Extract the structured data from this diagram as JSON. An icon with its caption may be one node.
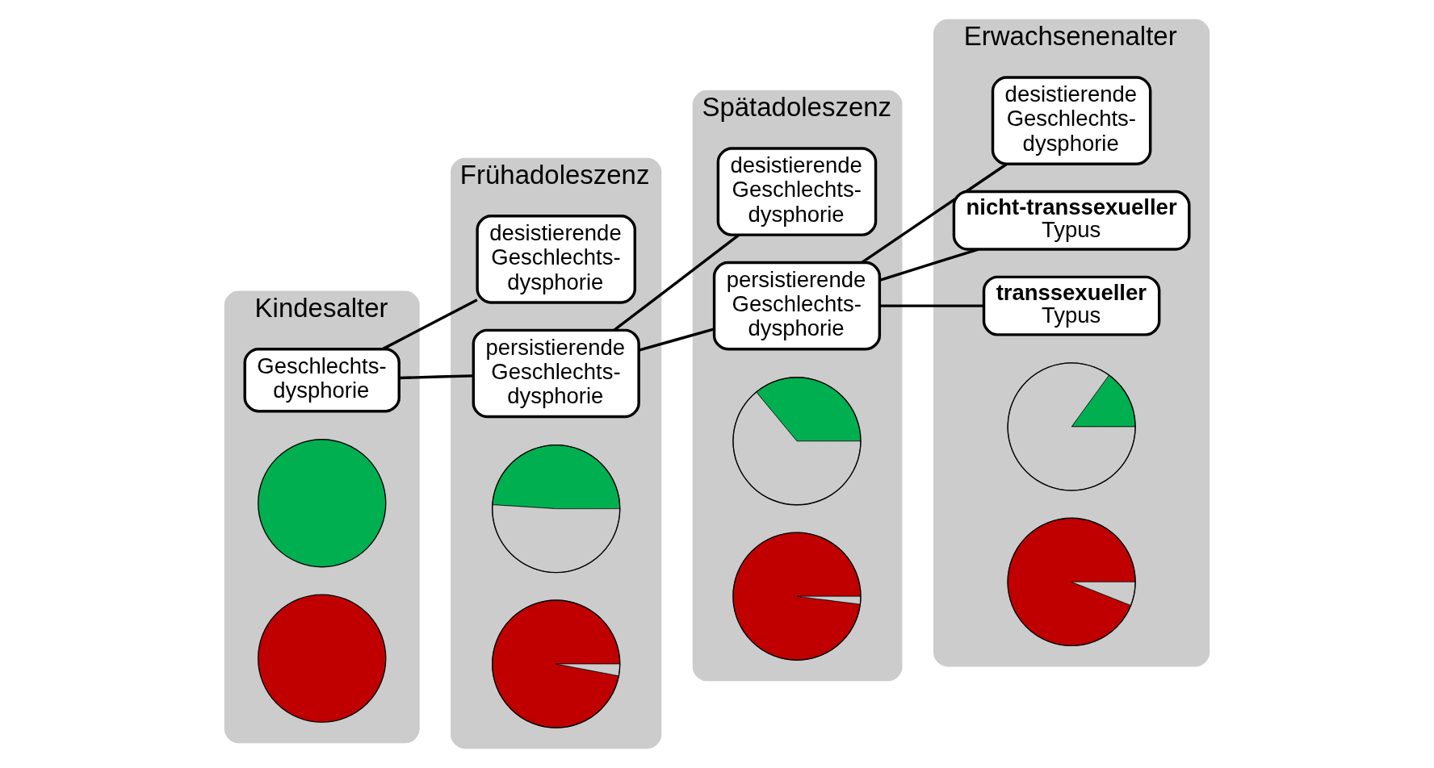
{
  "diagram": {
    "nodes": [
      {
        "text": [
          "Kindesalter"
        ]
      },
      {
        "text": [
          "Geschlechts- dysphorie"
        ],
        "in": 0
      },
      {
        "text": [],
        "shape": "circle",
        "in": 0
      },
      {
        "text": [],
        "shape": "circle",
        "in": 0
      },
      {
        "text": [
          "Frühadoleszenz"
        ]
      },
      {
        "text": [
          "desistierende Geschlechts- dysphorie"
        ],
        "in": 4
      },
      {
        "text": [
          "persistierende Geschlechts- dysphorie"
        ],
        "in": 4
      },
      {
        "text": [],
        "shape": "circle",
        "in": 4
      },
      {
        "text": [],
        "shape": "circle",
        "in": 4
      },
      {
        "text": [
          "Spätadoleszenz"
        ]
      },
      {
        "text": [
          "desistierende Geschlechts- dysphorie"
        ],
        "in": 9
      },
      {
        "text": [
          "persistierende Geschlechts- dysphorie"
        ],
        "in": 9
      },
      {
        "text": [],
        "shape": "circle",
        "in": 9
      },
      {
        "text": [],
        "shape": "circle",
        "in": 9
      },
      {
        "text": [
          "Erwachsenenalter"
        ]
      },
      {
        "text": [
          "desistierende Geschlechts- dysphorie"
        ],
        "in": 14
      },
      {
        "text": [
          "**nicht-transsexueller** Typus"
        ],
        "in": 14
      },
      {
        "text": [
          "**transsexueller** Typus"
        ],
        "in": 14
      },
      {
        "text": [],
        "shape": "circle",
        "in": 14
      },
      {
        "text": [],
        "shape": "circle",
        "in": 14
      }
    ],
    "edges": [
      {
        "from": 1,
        "to": 5,
        "arrow": "none"
      },
      {
        "from": 1,
        "to": 6,
        "arrow": "none"
      },
      {
        "from": 6,
        "to": 10,
        "arrow": "none"
      },
      {
        "from": 6,
        "to": 11,
        "arrow": "none"
      },
      {
        "from": 11,
        "to": 15,
        "arrow": "none"
      },
      {
        "from": 11,
        "to": 16,
        "arrow": "none"
      },
      {
        "from": 11,
        "to": 17,
        "arrow": "none"
      }
    ]
  }
}
